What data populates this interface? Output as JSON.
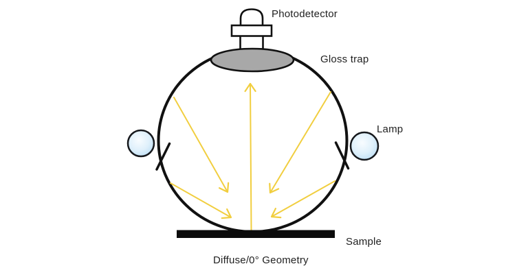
{
  "labels": {
    "photodetector": "Photodetector",
    "gloss_trap": "Gloss trap",
    "lamp": "Lamp",
    "sample": "Sample",
    "caption": "Diffuse/0° Geometry"
  },
  "colors": {
    "ray": "#F1CE3F",
    "outline": "#111111",
    "gloss_trap_fill": "#a8a8a8",
    "sample_fill": "#0b0b0b",
    "lamp_center": "#f8fcff",
    "lamp_mid": "#dff0fb",
    "lamp_edge": "#b9dcf4",
    "background": "#ffffff",
    "text": "#1f1f1f"
  },
  "diagram": {
    "type": "integrating-sphere-measurement-geometry",
    "geometry_name": "Diffuse/0°",
    "components": [
      "photodetector",
      "gloss trap",
      "integrating sphere",
      "lamp (left)",
      "lamp (right)",
      "sample"
    ],
    "light_rays": {
      "count": 5,
      "description": "Four diffuse illumination rays point down toward the sample; one central ray points up at 0° from the sample to the photodetector/gloss trap."
    }
  }
}
